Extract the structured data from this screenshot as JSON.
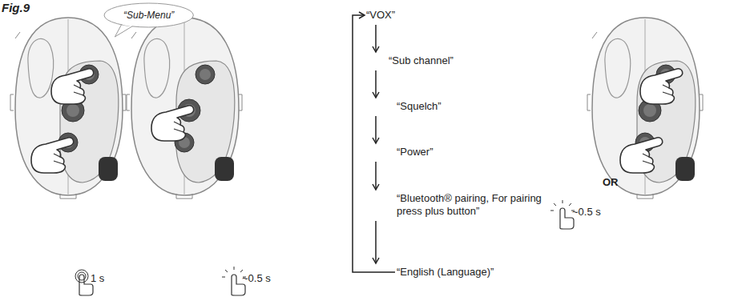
{
  "diagram": {
    "nodes": [
      {
        "text": [
          "“Sub-Menu”"
        ]
      },
      {
        "text": [
          "“VOX”"
        ]
      },
      {
        "text": [
          "“Sub channel”"
        ]
      },
      {
        "text": [
          "“Squelch”"
        ]
      },
      {
        "text": [
          "“Power”"
        ]
      },
      {
        "text": [
          "“Bluetooth® pairing, For pairing press plus button”"
        ]
      },
      {
        "text": [
          "“English (Language)”"
        ]
      }
    ],
    "edges": [
      {
        "from": 1,
        "to": 2,
        "arrow": "to"
      },
      {
        "from": 2,
        "to": 3,
        "arrow": "to"
      },
      {
        "from": 3,
        "to": 4,
        "arrow": "to"
      },
      {
        "from": 4,
        "to": 5,
        "arrow": "to"
      },
      {
        "from": 5,
        "to": 6,
        "arrow": "to"
      },
      {
        "from": 6,
        "to": 1,
        "arrow": "to"
      }
    ],
    "labels": [
      "Fig.9",
      "1 s",
      "~0.5 s",
      "~0.5 s",
      "OR"
    ]
  }
}
